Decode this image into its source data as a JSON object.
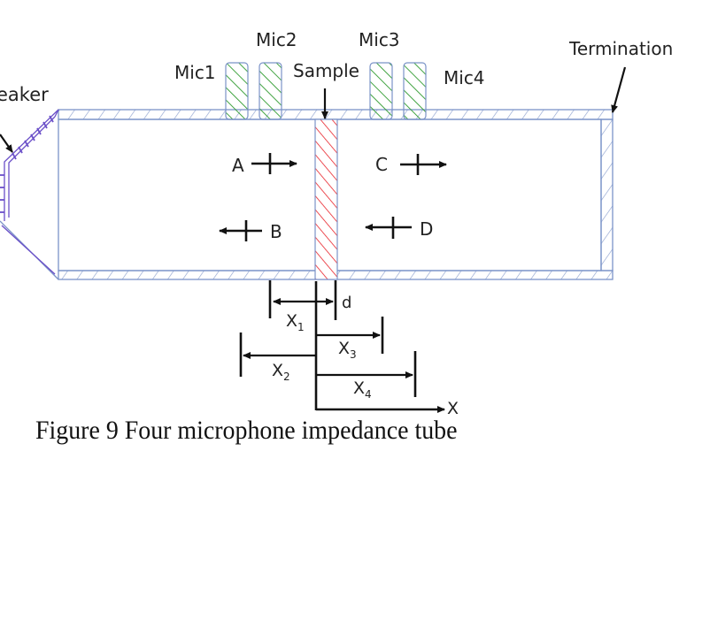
{
  "diagram": {
    "labels": {
      "speaker": "eaker",
      "mic1": "Mic1",
      "mic2": "Mic2",
      "mic3": "Mic3",
      "mic4": "Mic4",
      "sample": "Sample",
      "termination": "Termination"
    },
    "waves": {
      "a": "A",
      "b": "B",
      "c": "C",
      "d": "D"
    },
    "dimensions": {
      "x1": "X",
      "x1_sub": "1",
      "x2": "X",
      "x2_sub": "2",
      "x3": "X",
      "x3_sub": "3",
      "x4": "X",
      "x4_sub": "4",
      "thickness": "d",
      "axis": "X"
    },
    "colors": {
      "tube": "#7b93c8",
      "speaker": "#6a4fc8",
      "mic": "#2e9a2e",
      "sample": "#e8222a",
      "ink": "#111111"
    }
  },
  "caption": "Figure 9 Four microphone impedance tube"
}
